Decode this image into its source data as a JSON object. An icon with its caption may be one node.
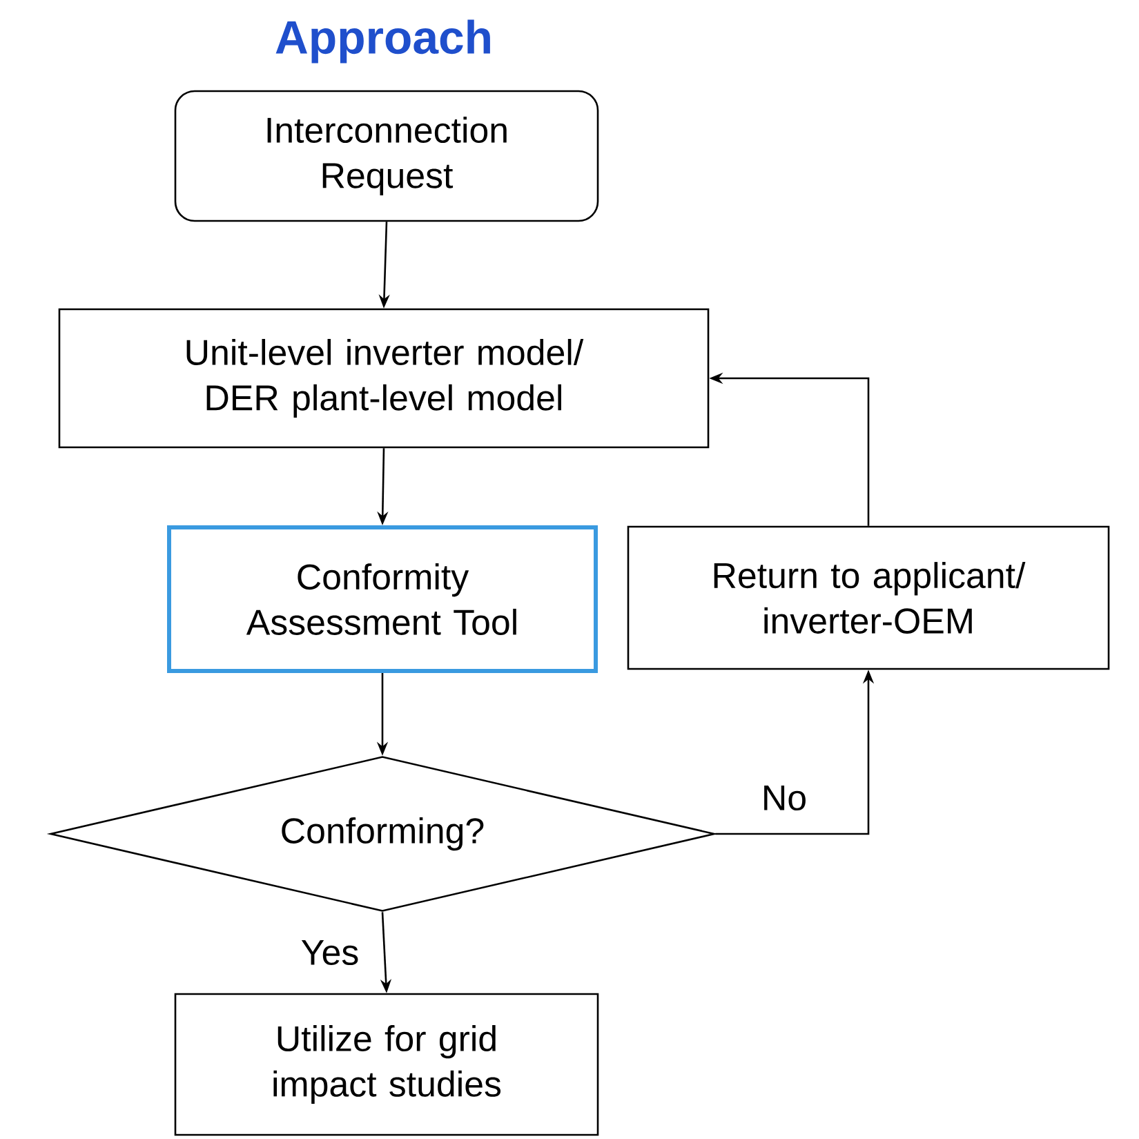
{
  "diagram": {
    "title": "Approach",
    "nodes": [
      {
        "text": [
          "Interconnection Request"
        ]
      },
      {
        "text": [
          "Unit-level inverter model/ DER plant-level model"
        ]
      },
      {
        "text": [
          "Conformity Assessment Tool"
        ]
      },
      {
        "text": [
          "Conforming?"
        ]
      },
      {
        "text": [
          "Return to applicant/ inverter-OEM"
        ]
      },
      {
        "text": [
          "Utilize for grid impact studies"
        ]
      }
    ],
    "edges": [
      {
        "from": 0,
        "to": 1,
        "arrow": "to"
      },
      {
        "from": 1,
        "to": 2,
        "arrow": "to"
      },
      {
        "from": 2,
        "to": 3,
        "arrow": "to"
      },
      {
        "from": 3,
        "to": 4,
        "arrow": "to",
        "label": "No"
      },
      {
        "from": 3,
        "to": 5,
        "arrow": "to",
        "label": "Yes"
      },
      {
        "from": 4,
        "to": 1,
        "arrow": "to"
      }
    ]
  }
}
